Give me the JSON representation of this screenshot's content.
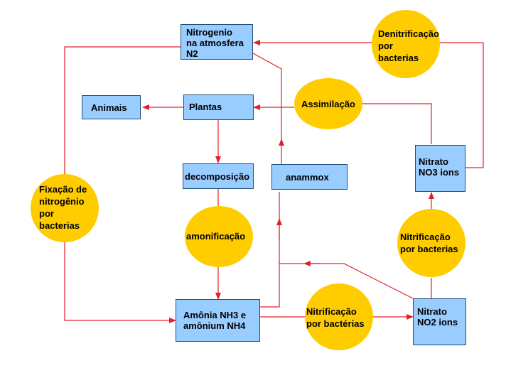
{
  "colors": {
    "box_fill": "#99ccff",
    "box_border": "#1f4e79",
    "circle_fill": "#ffcc00",
    "line": "#e0202a"
  },
  "boxes": {
    "nitrogenio": "Nitrogenio\nna atmosfera\nN2",
    "animais": "Animais",
    "plantas": "Plantas",
    "decomposicao": "decomposição",
    "anammox": "anammox",
    "nitrato_no3": "Nitrato\nNO3 ions",
    "amonia": "Amônia NH3 e\namônium  NH4",
    "nitrato_no2": "Nitrato\n NO2 ions"
  },
  "circles": {
    "denitrificacao": "Denitrificação\npor\nbacterias",
    "assimilacao": "Assimilação",
    "fixacao": "Fixação de\nnitrogênio\npor\nbacterias",
    "amonificacao": "amonificação",
    "nitrificacao_bacterias": "Nitrificação\npor bacterias",
    "nitrificacao_bacterias_acc": "Nitrificação\npor bactérias"
  }
}
